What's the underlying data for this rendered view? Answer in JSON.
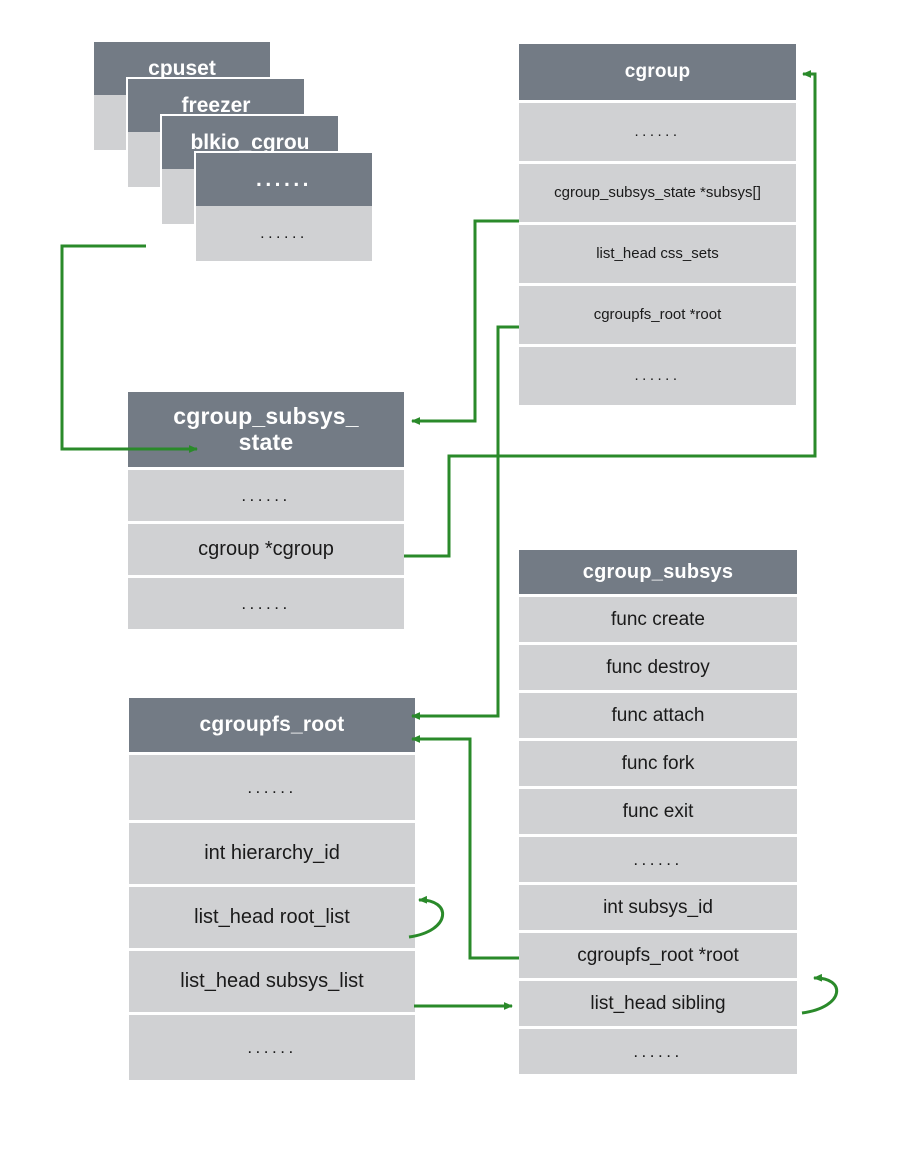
{
  "diagram": {
    "title": "Linux cgroup kernel data structures",
    "colors": {
      "header_fill": "#737b85",
      "row_fill": "#d0d1d3",
      "header_text": "#ffffff",
      "row_text": "#1a1a1a",
      "connector": "#2a8a2a",
      "background": "#ffffff"
    },
    "ellipsis": "......"
  },
  "subsys_stack": {
    "name": "cgroup-subsystem-stack",
    "cards": [
      {
        "title": "cpuset",
        "body": ""
      },
      {
        "title": "freezer",
        "body": ""
      },
      {
        "title": "blkio_cgrou",
        "body": ""
      },
      {
        "title": "......",
        "body": "......"
      }
    ]
  },
  "boxes": {
    "cgroup": {
      "title": "cgroup",
      "rows": [
        "......",
        "cgroup_subsys_state *subsys[]",
        "list_head css_sets",
        "cgroupfs_root *root",
        "......"
      ]
    },
    "cgroup_subsys_state": {
      "title": "cgroup_subsys_ state",
      "title_line1": "cgroup_subsys_",
      "title_line2": "state",
      "rows": [
        "......",
        "cgroup *cgroup",
        "......"
      ]
    },
    "cgroupfs_root": {
      "title": "cgroupfs_root",
      "rows": [
        "......",
        "int hierarchy_id",
        "list_head root_list",
        "list_head subsys_list",
        "......"
      ]
    },
    "cgroup_subsys": {
      "title": "cgroup_subsys",
      "rows": [
        "func create",
        "func destroy",
        "func attach",
        "func fork",
        "func exit",
        "......",
        "int subsys_id",
        "cgroupfs_root *root",
        "list_head sibling",
        "......"
      ]
    }
  },
  "connectors": [
    {
      "name": "stack-to-css",
      "from": "subsys-stack",
      "to": "cgroup_subsys_state-header"
    },
    {
      "name": "cgroup-subsys-to-css",
      "from": "cgroup.cgroup_subsys_state *subsys[]",
      "to": "cgroup_subsys_state-header"
    },
    {
      "name": "css-cgroup-to-cgroup",
      "from": "cgroup_subsys_state.cgroup *cgroup",
      "to": "cgroup-header"
    },
    {
      "name": "cgroup-root-to-fsroot",
      "from": "cgroup.cgroupfs_root *root",
      "to": "cgroupfs_root-header"
    },
    {
      "name": "subsys-root-to-fsroot",
      "from": "cgroup_subsys.cgroupfs_root *root",
      "to": "cgroupfs_root-header"
    },
    {
      "name": "subsyslist-to-sibling",
      "from": "cgroupfs_root.list_head subsys_list",
      "to": "cgroup_subsys.list_head sibling"
    },
    {
      "name": "root-list-self-loop",
      "from": "cgroupfs_root.list_head root_list",
      "to": "cgroupfs_root.list_head root_list"
    },
    {
      "name": "sibling-self-loop",
      "from": "cgroup_subsys.list_head sibling",
      "to": "cgroup_subsys.list_head sibling"
    }
  ]
}
